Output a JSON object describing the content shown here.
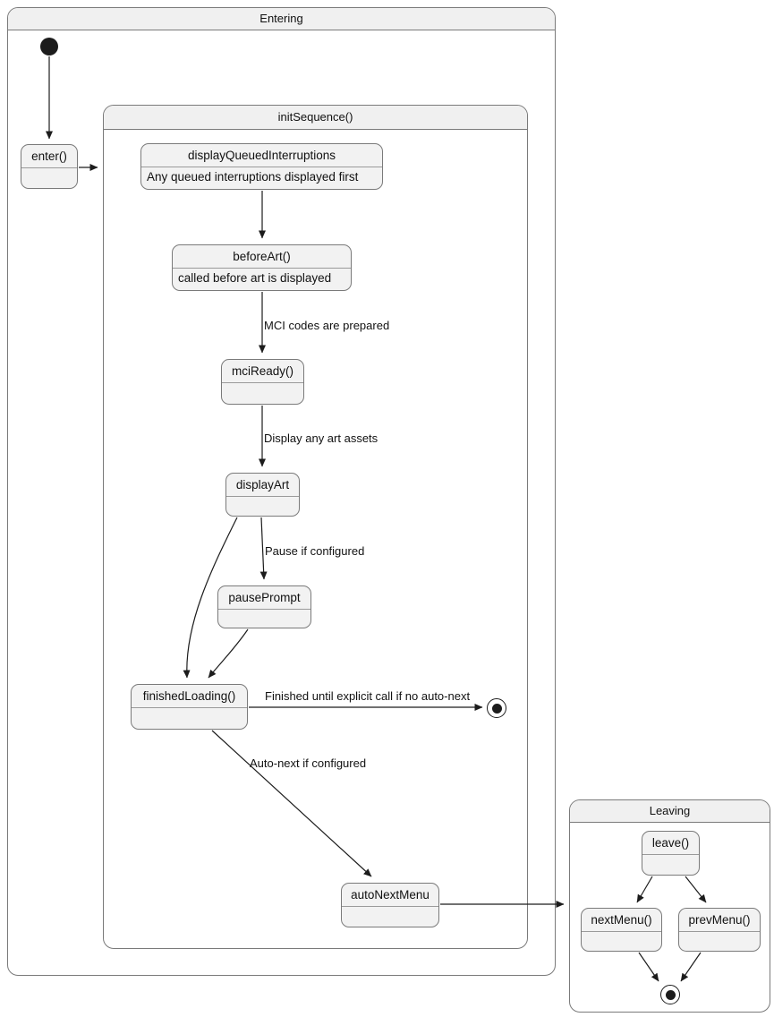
{
  "diagram": {
    "kind": "uml-state-diagram"
  },
  "frames": {
    "entering": {
      "title": "Entering"
    },
    "init_sequence": {
      "title": "initSequence()"
    },
    "leaving": {
      "title": "Leaving"
    }
  },
  "states": {
    "enter": {
      "title": "enter()"
    },
    "display_queued_interruptions": {
      "title": "displayQueuedInterruptions",
      "description": "Any queued interruptions displayed first"
    },
    "before_art": {
      "title": "beforeArt()",
      "description": "called before art is displayed"
    },
    "mci_ready": {
      "title": "mciReady()"
    },
    "display_art": {
      "title": "displayArt"
    },
    "pause_prompt": {
      "title": "pausePrompt"
    },
    "finished_loading": {
      "title": "finishedLoading()"
    },
    "auto_next_menu": {
      "title": "autoNextMenu"
    },
    "leave": {
      "title": "leave()"
    },
    "next_menu": {
      "title": "nextMenu()"
    },
    "prev_menu": {
      "title": "prevMenu()"
    }
  },
  "transition_labels": {
    "mci_codes_prepared": "MCI codes are prepared",
    "display_any_art_assets": "Display any art assets",
    "pause_if_configured": "Pause if configured",
    "finished_until_explicit": "Finished until explicit call if no auto-next",
    "auto_next_if_configured": "Auto-next if configured"
  },
  "colors": {
    "state_fill": "#f2f2f2",
    "frame_title_fill": "#f0f0f0",
    "border": "#7a7a7a",
    "separator": "#9a9a9a",
    "arrow": "#1c1c1c",
    "text": "#111111",
    "background": "#ffffff"
  }
}
